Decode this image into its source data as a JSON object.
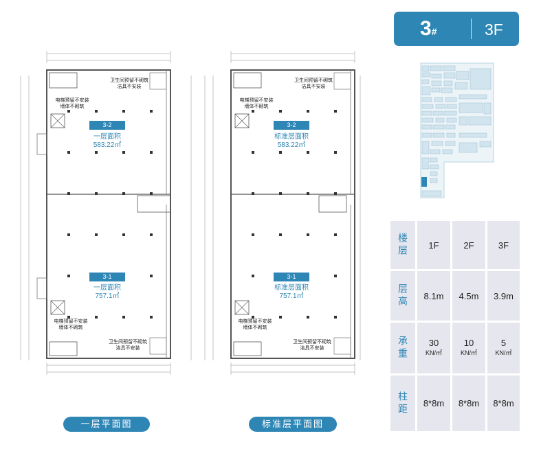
{
  "badge": {
    "building": "3",
    "building_mark": "#",
    "floor": "3F"
  },
  "plans": [
    {
      "unit_top": "3-2",
      "area_top_label": "一层面积",
      "area_top_value": "583.22㎡",
      "unit_bottom": "3-1",
      "area_bottom_label": "一层面积",
      "area_bottom_value": "757.1㎡",
      "note_wc": "卫生间预留不砌筑\n洁具不安装",
      "note_elevator": "电梯预留不安装\n墙体不砌筑",
      "caption": "一层平面图"
    },
    {
      "unit_top": "3-2",
      "area_top_label": "标准层面积",
      "area_top_value": "583.22㎡",
      "unit_bottom": "3-1",
      "area_bottom_label": "标准层面积",
      "area_bottom_value": "757.1㎡",
      "note_wc": "卫生间预留不砌筑\n洁具不安装",
      "note_elevator": "电梯预留不安装\n墙体不砌筑",
      "caption": "标准层平面图"
    }
  ],
  "spec_table": {
    "headers": [
      "楼层",
      "层高",
      "承重",
      "柱距"
    ],
    "floors": [
      "1F",
      "2F",
      "3F"
    ],
    "heights": [
      "8.1m",
      "4.5m",
      "3.9m"
    ],
    "loads": [
      {
        "value": "30",
        "unit": "KN/㎡"
      },
      {
        "value": "10",
        "unit": "KN/㎡"
      },
      {
        "value": "5",
        "unit": "KN/㎡"
      }
    ],
    "spacing": [
      "8*8m",
      "8*8m",
      "8*8m"
    ]
  },
  "colors": {
    "accent": "#2e86b5",
    "cell": "#e6e6ee",
    "site_block": "#d2e5ee",
    "highlight": "#2e86b5"
  }
}
